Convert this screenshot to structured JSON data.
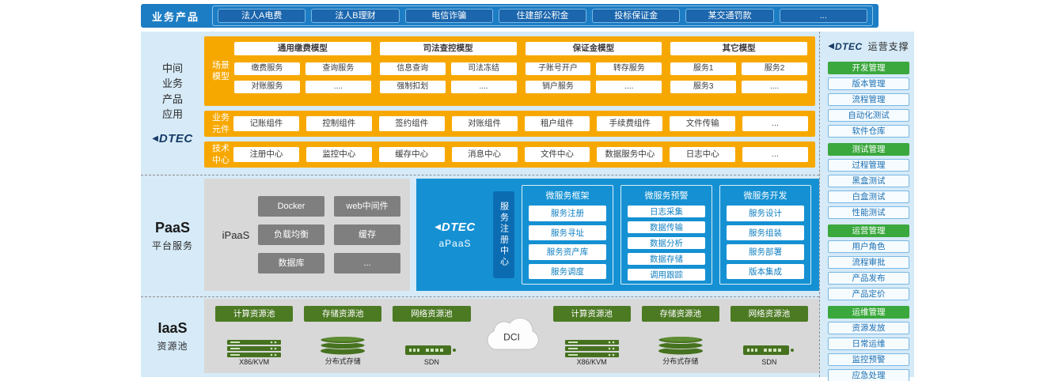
{
  "brand": {
    "name": "DTEC"
  },
  "colors": {
    "top_bar_blue": "#1d7dc4",
    "product_button_blue": "#1b66ad",
    "band_background_blue": "#d6eaf7",
    "model_orange": "#f7a800",
    "apaas_blue": "#1591d3",
    "registry_tab_blue": "#0c6cb2",
    "ipaas_gray": "#d8d8d8",
    "ipaas_button_gray": "#7f7f7f",
    "iaas_green": "#4c7a23",
    "sidebar_section_green": "#3aa83d",
    "logo_navy": "#173a66"
  },
  "top_bar": {
    "label": "业务产品",
    "products": [
      "法人A电费",
      "法人B理财",
      "电信诈骗",
      "住建部公积金",
      "投标保证金",
      "某交通罚款",
      "..."
    ]
  },
  "middle": {
    "label_lines": [
      "中间",
      "业务",
      "产品",
      "应用"
    ],
    "scene_row": {
      "label": "场景模型",
      "groups": [
        {
          "title": "通用缴费模型",
          "items": [
            "缴费服务",
            "查询服务",
            "对账服务",
            "...."
          ]
        },
        {
          "title": "司法查控模型",
          "items": [
            "信息查询",
            "司法冻结",
            "强制扣划",
            "...."
          ]
        },
        {
          "title": "保证金模型",
          "items": [
            "子账号开户",
            "转存服务",
            "销户服务",
            "...."
          ]
        },
        {
          "title": "其它模型",
          "items": [
            "服务1",
            "服务2",
            "服务3",
            "...."
          ]
        }
      ]
    },
    "component_row": {
      "label": "业务元件",
      "items": [
        "记账组件",
        "控制组件",
        "签约组件",
        "对账组件",
        "租户组件",
        "手续费组件",
        "文件传输",
        "..."
      ]
    },
    "tech_row": {
      "label": "技术中心",
      "items": [
        "注册中心",
        "监控中心",
        "缓存中心",
        "消息中心",
        "文件中心",
        "数据服务中心",
        "日志中心",
        "..."
      ]
    }
  },
  "paas": {
    "title": "PaaS",
    "subtitle": "平台服务",
    "ipaas": {
      "label": "iPaaS",
      "items": [
        "Docker",
        "web中间件",
        "负载均衡",
        "缓存",
        "数据库",
        "..."
      ]
    },
    "apaas": {
      "label": "aPaaS",
      "registry": "服务注册中心",
      "columns": [
        {
          "title": "微服务框架",
          "items": [
            "服务注册",
            "服务寻址",
            "服务资产库",
            "服务调度"
          ]
        },
        {
          "title": "微服务预警",
          "items": [
            "日志采集",
            "数据传输",
            "数据分析",
            "数据存储",
            "调用跟踪"
          ]
        },
        {
          "title": "微服务开发",
          "items": [
            "服务设计",
            "服务组装",
            "服务部署",
            "版本集成"
          ]
        }
      ]
    }
  },
  "iaas": {
    "title": "IaaS",
    "subtitle": "资源池",
    "dci_label": "DCI",
    "pools": [
      "计算资源池",
      "存储资源池",
      "网络资源池"
    ],
    "icon_labels": [
      "X86/KVM",
      "分布式存储",
      "SDN"
    ]
  },
  "sidebar": {
    "title": "运营支撑",
    "sections": [
      {
        "title": "开发管理",
        "items": [
          "版本管理",
          "流程管理",
          "自动化测试",
          "软件仓库"
        ]
      },
      {
        "title": "测试管理",
        "items": [
          "过程管理",
          "黑盒测试",
          "白盒测试",
          "性能测试"
        ]
      },
      {
        "title": "运营管理",
        "items": [
          "用户角色",
          "流程审批",
          "产品发布",
          "产品定价"
        ]
      },
      {
        "title": "运维管理",
        "items": [
          "资源发放",
          "日常运维",
          "监控预警",
          "应急处理"
        ]
      }
    ]
  }
}
